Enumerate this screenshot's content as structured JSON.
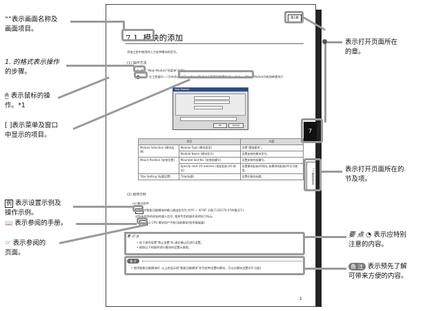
{
  "annotations": {
    "screen_names": [
      "“”表示画面名称及",
      "画面项目。"
    ],
    "step_format": [
      "1. 的格式表示操作",
      "的步骤。"
    ],
    "mouse_op": [
      "表示鼠标的操",
      "作。*1"
    ],
    "menu_items": [
      "[  ]表示菜单及窗口",
      "中显示的项目。"
    ],
    "example": [
      "表示设置示例及",
      "操作示例。"
    ],
    "manual_ref": "表示参阅的手册。",
    "page_ref": [
      "表示参阅的",
      "页面。"
    ],
    "chapter": [
      "表示打开页面所在",
      "的章。"
    ],
    "section": [
      "表示打开页面所在的",
      "节及项。"
    ],
    "point": [
      "表示应特别",
      "注意的内容。"
    ],
    "remark": [
      "表示预先了解",
      "可带来方便的内容。"
    ]
  },
  "badges": {
    "example": "例",
    "point_label": "要 点",
    "remark_label": "备 注"
  },
  "page": {
    "tag": "第1章",
    "section_number": "7.1",
    "section_title": "模块的添加",
    "intro": "添加工程中使用的入力各种模块的型号。",
    "op_heading": "(1) 操作方法",
    "step1_a": "1. 选择 \"New Module\"的菜单\"选择\"。",
    "step1_b": "在工程窗口 ⇨ [Intelligent Function Module] 智能功能模块 [] ⇨ 右击 ⇨ [New Module](新加新模块)]",
    "chapter_number": "7",
    "side_tab": "7.1 模块的添加",
    "page_number": "1",
    "table": {
      "headers": [
        "项目",
        "内容"
      ],
      "rows": [
        [
          "Module Selection (模块选择)",
          "Module Type (模块类型)",
          "设置\"模拟模块\"。"
        ],
        [
          "",
          "Module Name (模块型号)",
          "设置安装的模块型号。"
        ],
        [
          "Mount Position (安装位置)",
          "Mounted Slot No. (安装插槽号)",
          "设置安装的插槽号。"
        ],
        [
          "",
          "Specify start I/O address (指定起始 I/O 地址)",
          "设置模块起始I/O地址,各模块的起始I/O号可使用。"
        ],
        [
          "Title Setting (标题设置)",
          "Title(标题)",
          "设置任意的标题。"
        ]
      ]
    },
    "prog_heading": "(2) 程序示例",
    "prog_sub": "(a) 触点软件",
    "prog_line1": "对智能功能模块的输入输出信号为 X/Y0 ~ X/Y0F 分配了(20170 07的情况下)",
    "prog_line2": "对所有程序的初始时输入信号, 相关专用的操作说明如下所示。",
    "prog_line3": "以 CPU 模块用户手册(功能解说/程序基础篇)",
    "point_text1": "• 若下述的设置\"禁止设置\"时,请在确认后进行设置。",
    "point_text2": "• 按照以下的顺序进行模块的设置示意图。",
    "remark_text": "• 使用智能功能模块时, 以上的显示的\"智能功能模块\"作为各种设置的模块。可以在模块设置(I/O 分配)"
  },
  "dialog": {
    "title": "New Module",
    "ok": "OK",
    "cancel": "Cancel"
  }
}
